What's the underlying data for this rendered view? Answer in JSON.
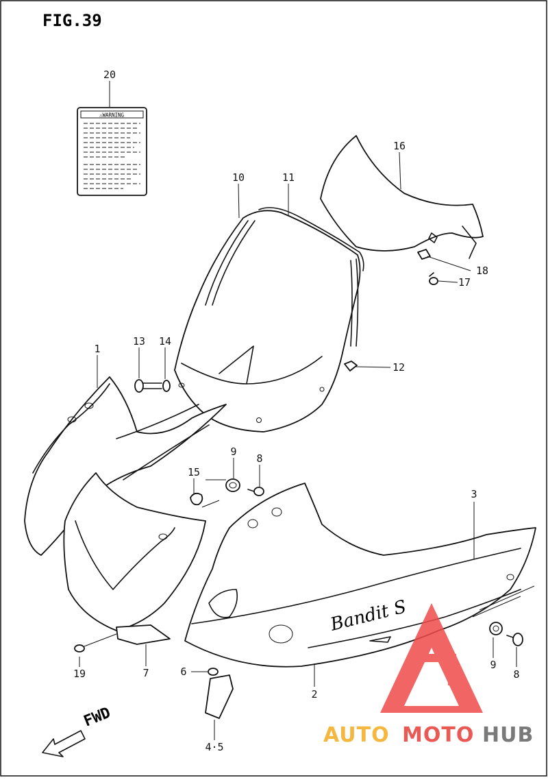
{
  "figure": {
    "title": "FIG.39"
  },
  "label_text": {
    "header": "⚠WARNING"
  },
  "callouts": [
    {
      "id": "20",
      "text": "20"
    },
    {
      "id": "16",
      "text": "16"
    },
    {
      "id": "10",
      "text": "10"
    },
    {
      "id": "11",
      "text": "11"
    },
    {
      "id": "18",
      "text": "18"
    },
    {
      "id": "17",
      "text": "17"
    },
    {
      "id": "13",
      "text": "13"
    },
    {
      "id": "14",
      "text": "14"
    },
    {
      "id": "1",
      "text": "1"
    },
    {
      "id": "12",
      "text": "12"
    },
    {
      "id": "9a",
      "text": "9"
    },
    {
      "id": "8a",
      "text": "8"
    },
    {
      "id": "15",
      "text": "15"
    },
    {
      "id": "3",
      "text": "3"
    },
    {
      "id": "19",
      "text": "19"
    },
    {
      "id": "7",
      "text": "7"
    },
    {
      "id": "6",
      "text": "6"
    },
    {
      "id": "2",
      "text": "2"
    },
    {
      "id": "9b",
      "text": "9"
    },
    {
      "id": "8b",
      "text": "8"
    },
    {
      "id": "45",
      "text": "4·5"
    }
  ],
  "direction": {
    "label": "FWD"
  },
  "cowling_script": "Bandit S",
  "watermark": {
    "part1": "AUTO",
    "part2": "MOTO",
    "part3": "HUB",
    "colors": {
      "auto": "#f4b740",
      "moto": "#ea5a55",
      "hub": "#7a7a7a",
      "logo": "#ef4b4b"
    }
  }
}
